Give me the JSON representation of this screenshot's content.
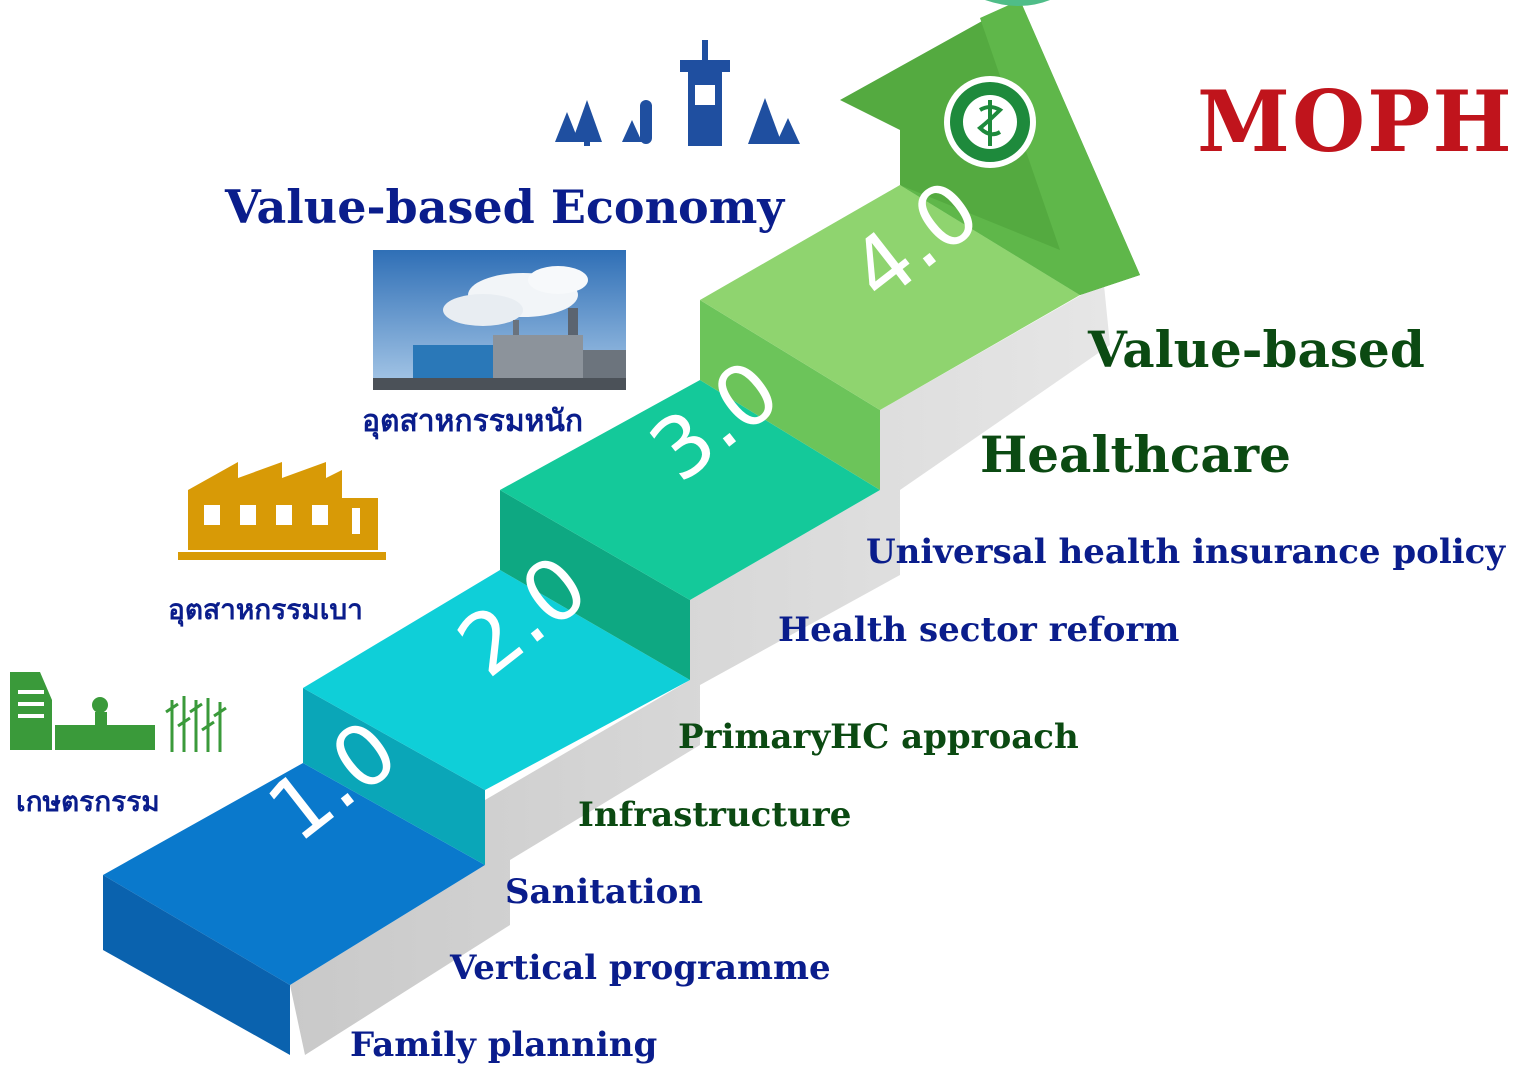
{
  "brand": {
    "text": "MOPH",
    "color": "#c0141c"
  },
  "economy": {
    "title": "Value-based Economy",
    "heavy_industry": "อุตสาหกรรมหนัก",
    "light_industry": "อุตสาหกรรมเบา",
    "agriculture": "เกษตรกรรม"
  },
  "health": {
    "line1": "Value-based",
    "line2": "Healthcare"
  },
  "steps": [
    {
      "label": "1.0",
      "color": "#0a79cc"
    },
    {
      "label": "2.0",
      "color": "#0fcfd8"
    },
    {
      "label": "3.0",
      "color": "#14c99a"
    },
    {
      "label": "4.0",
      "color": "#8fd46f"
    }
  ],
  "milestones": [
    "Universal health insurance policy",
    "Health sector reform",
    "PrimaryHC approach",
    "Infrastructure",
    "Sanitation",
    "Vertical programme",
    "Family planning"
  ],
  "icons": [
    "trees-tower-icon",
    "factory-icon",
    "farm-icon",
    "moph-seal-icon",
    "factory-photo"
  ]
}
